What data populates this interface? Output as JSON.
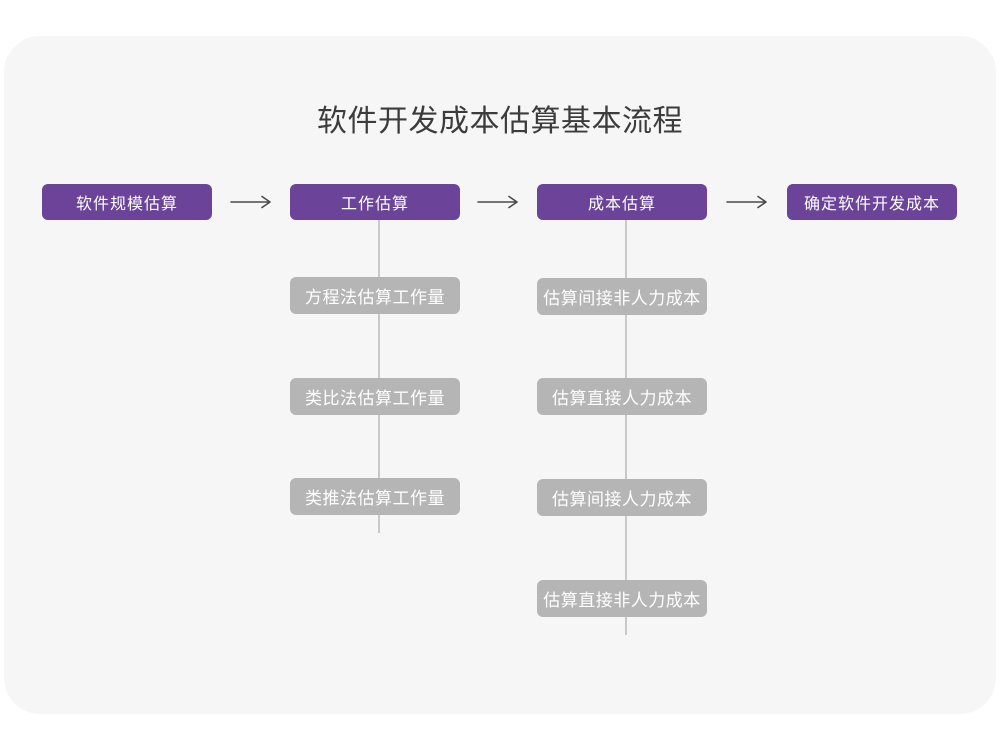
{
  "title": "软件开发成本估算基本流程",
  "colors": {
    "page_background": "#ffffff",
    "card_background": "#f6f6f6",
    "main_step_purple": "#6b4399",
    "substep_gray": "#b5b5b5",
    "connector_line_gray": "#c9c9c9",
    "arrow_dark_gray": "#4a4a4a",
    "title_text": "#3c3c3c",
    "node_text": "#ffffff"
  },
  "icons": {
    "arrow_right": "arrow-right-icon"
  },
  "flow": {
    "main_steps": [
      {
        "label": "软件规模估算"
      },
      {
        "label": "工作估算"
      },
      {
        "label": "成本估算"
      },
      {
        "label": "确定软件开发成本"
      }
    ],
    "work_substeps": [
      {
        "label": "方程法估算工作量"
      },
      {
        "label": "类比法估算工作量"
      },
      {
        "label": "类推法估算工作量"
      }
    ],
    "cost_substeps": [
      {
        "label": "估算间接非人力成本"
      },
      {
        "label": "估算直接人力成本"
      },
      {
        "label": "估算间接人力成本"
      },
      {
        "label": "估算直接非人力成本"
      }
    ]
  }
}
